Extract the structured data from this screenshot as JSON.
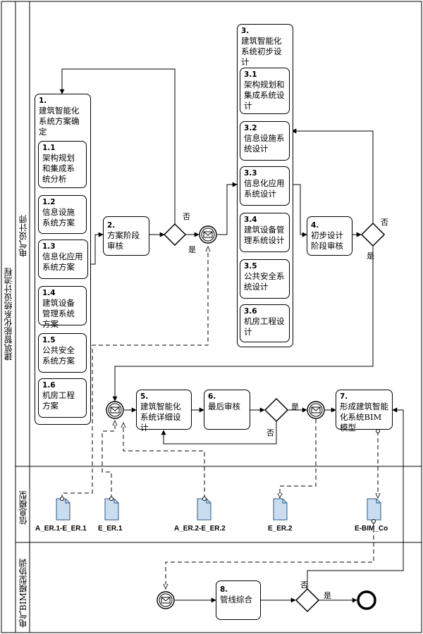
{
  "title": "建筑智能化系统设计流程",
  "lanes": {
    "electrical_designer": "电气设计师",
    "info_model": "信息模型",
    "bim_coord": "电气BIM模型协调"
  },
  "task1": {
    "num": "1.",
    "label": "建筑智能化系统方案确定",
    "subs": [
      {
        "num": "1.1",
        "label": "架构规划和集成系统分析"
      },
      {
        "num": "1.2",
        "label": "信息设施系统方案"
      },
      {
        "num": "1.3",
        "label": "信息化应用系统方案"
      },
      {
        "num": "1.4",
        "label": "建筑设备管理系统方案"
      },
      {
        "num": "1.5",
        "label": "公共安全系统方案"
      },
      {
        "num": "1.6",
        "label": "机房工程方案"
      }
    ]
  },
  "task2": {
    "num": "2.",
    "label": "方案阶段审核"
  },
  "task3": {
    "num": "3.",
    "label": "建筑智能化系统初步设计",
    "subs": [
      {
        "num": "3.1",
        "label": "架构规划和集成系统设计"
      },
      {
        "num": "3.2",
        "label": "信息设施系统设计"
      },
      {
        "num": "3.3",
        "label": "信息化应用系统设计"
      },
      {
        "num": "3.4",
        "label": "建筑设备管理系统设计"
      },
      {
        "num": "3.5",
        "label": "公共安全系统设计"
      },
      {
        "num": "3.6",
        "label": "机房工程设计"
      }
    ]
  },
  "task4": {
    "num": "4.",
    "label": "初步设计阶段审核"
  },
  "task5": {
    "num": "5.",
    "label": "建筑智能化系统详细设计"
  },
  "task6": {
    "num": "6.",
    "label": "最后审核"
  },
  "task7": {
    "num": "7.",
    "label": "形成建筑智能化系统BIM模型"
  },
  "task8": {
    "num": "8.",
    "label": "管线综合"
  },
  "gateway": {
    "yes": "是",
    "no": "否"
  },
  "documents": {
    "d1": "A_ER.1-E_ER.1",
    "d2": "E_ER.1",
    "d3": "A_ER.2-E_ER.2",
    "d4": "E_ER.2",
    "d5": "E-BIM_Co"
  }
}
